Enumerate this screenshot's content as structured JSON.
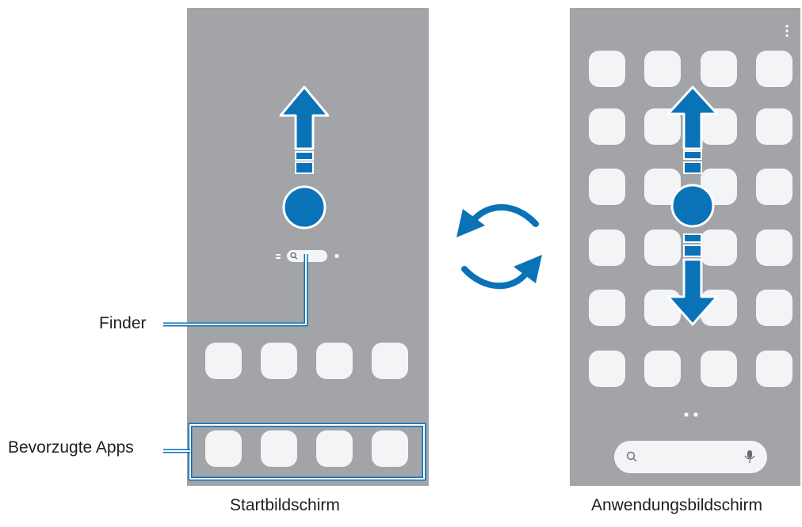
{
  "labels": {
    "finder": "Finder",
    "favorite_apps": "Bevorzugte Apps",
    "home_screen": "Startbildschirm",
    "apps_screen": "Anwendungsbildschirm"
  },
  "icons": {
    "search": "search-icon",
    "mic": "mic-icon",
    "menu": "more-vert-icon",
    "swap": "swap-cycle-icon"
  },
  "colors": {
    "screen": "#a3a4a8",
    "app_tile": "#f3f4f6",
    "accent_blue": "#0a73b8",
    "highlight": "#ffffff",
    "text": "#1f1f1f"
  }
}
